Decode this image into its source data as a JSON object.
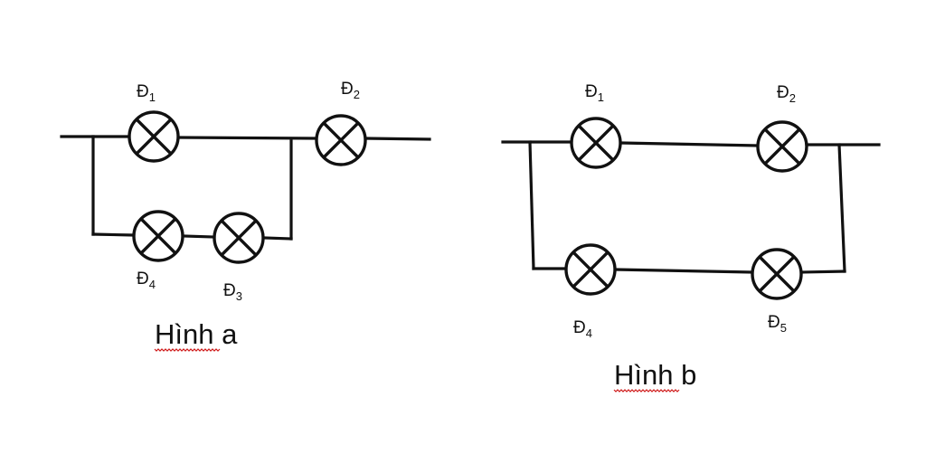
{
  "figure_a": {
    "caption_word": "Hình",
    "caption_letter": "a",
    "lamps": {
      "d1": {
        "name": "Đ",
        "sub": "1"
      },
      "d2": {
        "name": "Đ",
        "sub": "2"
      },
      "d3": {
        "name": "Đ",
        "sub": "3"
      },
      "d4": {
        "name": "Đ",
        "sub": "4"
      }
    }
  },
  "figure_b": {
    "caption_word": "Hình",
    "caption_letter": "b",
    "lamps": {
      "d1": {
        "name": "Đ",
        "sub": "1"
      },
      "d2": {
        "name": "Đ",
        "sub": "2"
      },
      "d4": {
        "name": "Đ",
        "sub": "4"
      },
      "d5": {
        "name": "Đ",
        "sub": "5"
      }
    }
  },
  "colors": {
    "ink": "#111111",
    "spellcheck_underline": "#d01c1c"
  }
}
